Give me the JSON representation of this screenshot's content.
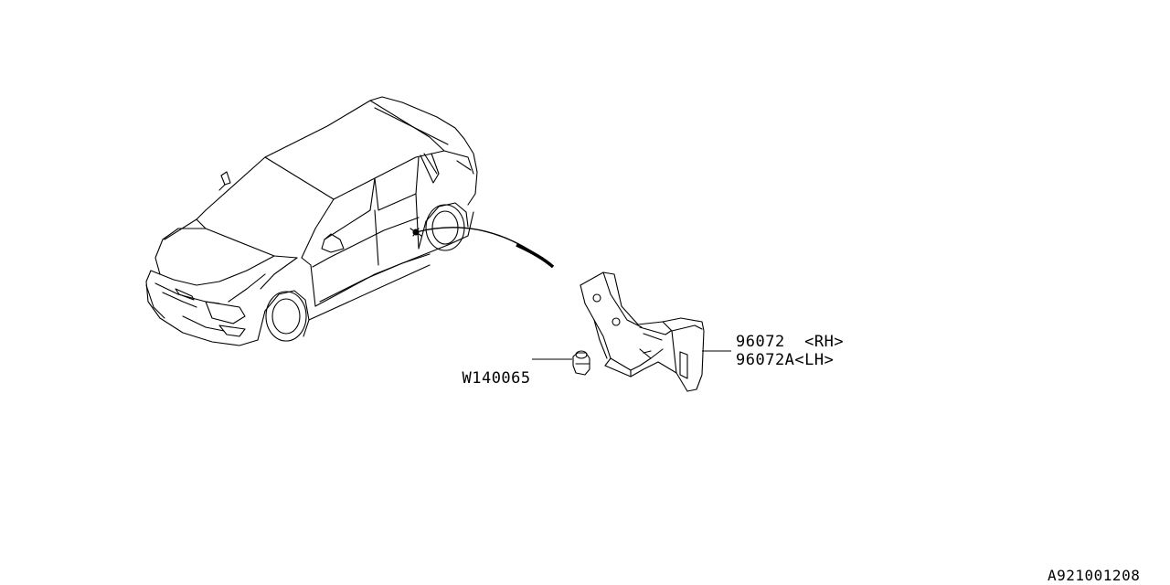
{
  "diagram": {
    "parts": [
      {
        "part_number": "W140065"
      },
      {
        "part_number": "96072",
        "side": "<RH>"
      },
      {
        "part_number": "96072A",
        "side": "<LH>"
      }
    ],
    "diagram_id": "A921001208"
  },
  "colors": {
    "line": "#000000",
    "background": "#ffffff"
  }
}
